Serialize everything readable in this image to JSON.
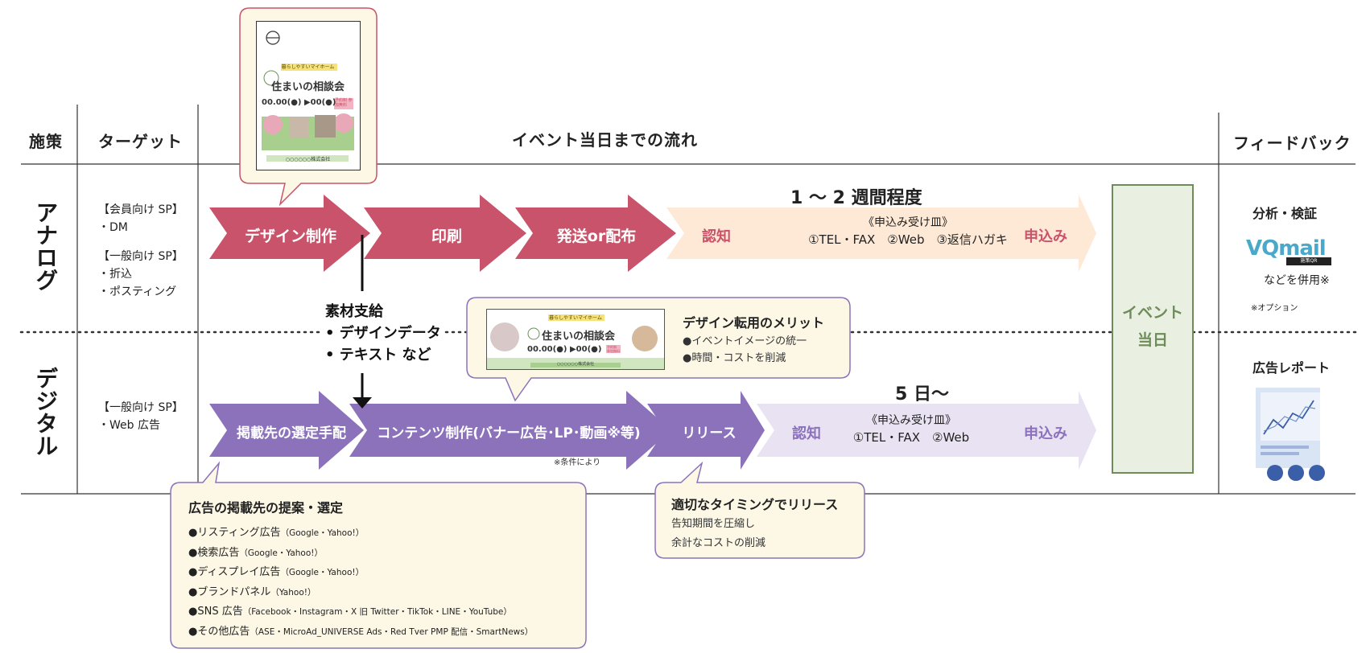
{
  "headers": {
    "measure": "施策",
    "target": "ターゲット",
    "flow": "イベント当日までの流れ",
    "feedback": "フィードバック"
  },
  "rows": {
    "analog_label": "アナログ",
    "digital_label": "デジタル"
  },
  "analog": {
    "targets": [
      "【会員向け SP】",
      "・DM",
      "【一般向け SP】",
      "・折込",
      "・ポスティング"
    ],
    "duration": "1 ～ 2 週間程度",
    "steps": [
      "デザイン制作",
      "印刷",
      "発送or配布"
    ],
    "awareness": "認知",
    "reception_title": "《申込み受け皿》",
    "reception_items": "①TEL・FAX　②Web　③返信ハガキ",
    "apply": "申込み",
    "feedback_title": "分析・検証",
    "feedback_logo": "VQmail",
    "feedback_logo_sub": "施策QR",
    "feedback_note": "などを併用※",
    "feedback_footnote": "※オプション"
  },
  "digital": {
    "targets": [
      "【一般向け SP】",
      "・Web 広告"
    ],
    "duration": "5 日～",
    "steps": [
      "掲載先の選定手配",
      "コンテンツ制作(バナー広告･LP･動画※等)",
      "リリース"
    ],
    "content_note": "※条件により",
    "awareness": "認知",
    "reception_title": "《申込み受け皿》",
    "reception_items": "①TEL・FAX　②Web",
    "apply": "申込み",
    "feedback_title": "広告レポート"
  },
  "event_day": [
    "イベント",
    "当日"
  ],
  "material": {
    "title": "素材支給",
    "items": [
      "• デザインデータ",
      "• テキスト など"
    ]
  },
  "flyer": {
    "ribbon": "暮らしやすいマイホーム",
    "title": "住まいの相談会",
    "date": "00.00(●) ▶00(●)",
    "badge": "予約制 参加無料",
    "footer": "○○○○○○株式会社"
  },
  "merit": {
    "title": "デザイン転用のメリット",
    "items": [
      "●イベントイメージの統一",
      "●時間・コストを削減"
    ]
  },
  "ad_choice": {
    "title": "広告の掲載先の提案・選定",
    "items": [
      {
        "name": "●リスティング広告",
        "detail": "（Google・Yahoo!）"
      },
      {
        "name": "●検索広告",
        "detail": "（Google・Yahoo!）"
      },
      {
        "name": "●ディスプレイ広告",
        "detail": "（Google・Yahoo!）"
      },
      {
        "name": "●ブランドパネル",
        "detail": "（Yahoo!）"
      },
      {
        "name": "●SNS 広告",
        "detail": "（Facebook・Instagram・X 旧 Twitter・TikTok・LINE・YouTube）"
      },
      {
        "name": "●その他広告",
        "detail": "（ASE・MicroAd_UNIVERSE Ads・Red Tver PMP 配信・SmartNews）"
      }
    ]
  },
  "release_note": {
    "title": "適切なタイミングでリリース",
    "items": [
      "告知期間を圧縮し",
      "余計なコストの削減"
    ]
  },
  "colors": {
    "analog_arrow": "#c9536a",
    "analog_light": "#fde9d6",
    "digital_arrow": "#8b72bb",
    "digital_light": "#e8e2f2",
    "event_box": "#e9f0e1",
    "event_border": "#6e8b5a",
    "bubble_bg": "#fdf8e6"
  }
}
